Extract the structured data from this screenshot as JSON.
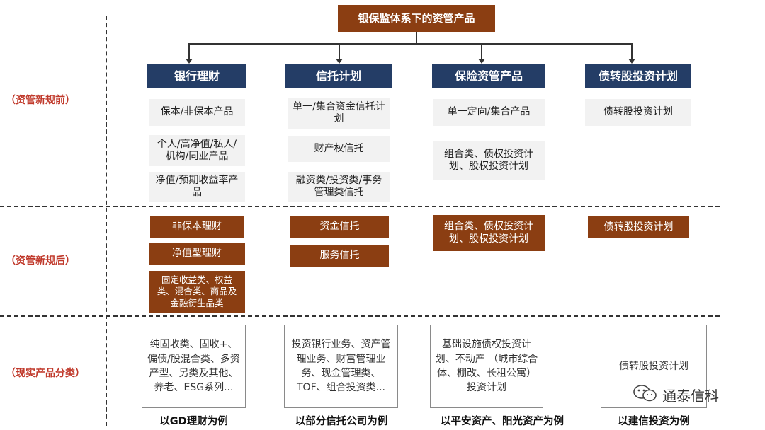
{
  "top_title": "银保监体系下的资管产品",
  "row_labels": {
    "before": "（资管新规前）",
    "after": "（资管新规后）",
    "current": "（现实产品分类）"
  },
  "columns": [
    {
      "title": "银行理财",
      "before": [
        "保本/非保本产品",
        "个人/高净值/私人/机构/同业产品",
        "净值/预期收益率产品"
      ],
      "after": [
        "非保本理财",
        "净值型理财",
        "固定收益类、权益类、混合类、商品及金融衍生品类"
      ],
      "current": "纯固收类、固收+、偏债/股混合类、多资产型、另类及其他、养老、ESG系列...",
      "example": "以GD理财为例"
    },
    {
      "title": "信托计划",
      "before": [
        "单一/集合资金信托计划",
        "财产权信托",
        "融资类/投资类/事务管理类信托"
      ],
      "after": [
        "资金信托",
        "服务信托"
      ],
      "current": "投资银行业务、资产管理业务、财富管理业务、现金管理类、TOF、组合投资类...",
      "example": "以部分信托公司为例"
    },
    {
      "title": "保险资管产品",
      "before": [
        "单一定向/集合产品",
        "组合类、债权投资计划、股权投资计划"
      ],
      "after": [
        "组合类、债权投资计划、股权投资计划"
      ],
      "current": "基础设施债权投资计划、不动产 （城市综合体、棚改、长租公寓） 投资计划",
      "example": "以平安资产、阳光资产为例"
    },
    {
      "title": "债转股投资计划",
      "before": [
        "债转股投资计划"
      ],
      "after": [
        "债转股投资计划"
      ],
      "current": "债转股投资计划",
      "example": "以建信投资为例"
    }
  ],
  "watermark": "通泰信科",
  "colors": {
    "brown": "#8b3e12",
    "navy": "#243d66",
    "red_label": "#c0392b",
    "gray_box": "#f2f2f2"
  }
}
